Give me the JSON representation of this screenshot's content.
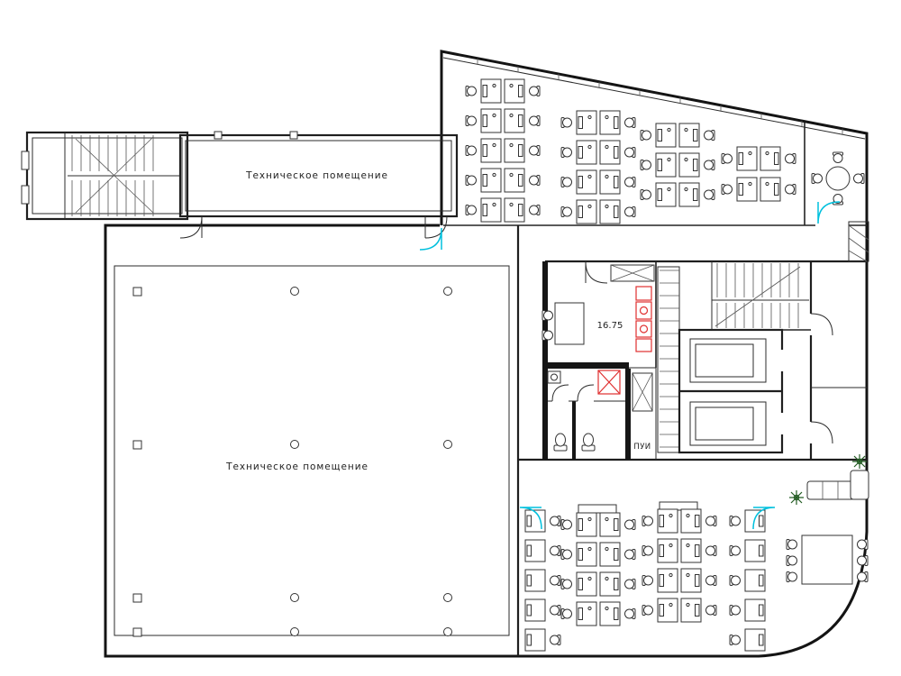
{
  "plan": {
    "rooms": [
      {
        "id": "technical-room-upper",
        "label": "Техническое помещение"
      },
      {
        "id": "technical-room-main",
        "label": "Техническое помещение"
      },
      {
        "id": "core-area-value",
        "label": "16.75"
      },
      {
        "id": "cleaning-room",
        "label": "ПУИ"
      }
    ],
    "colors": {
      "wall": "#1a1a1a",
      "line": "#333333",
      "door_accent": "#00c0dd",
      "equipment_accent": "#e03030",
      "plant": "#235c23",
      "background": "#ffffff"
    }
  }
}
